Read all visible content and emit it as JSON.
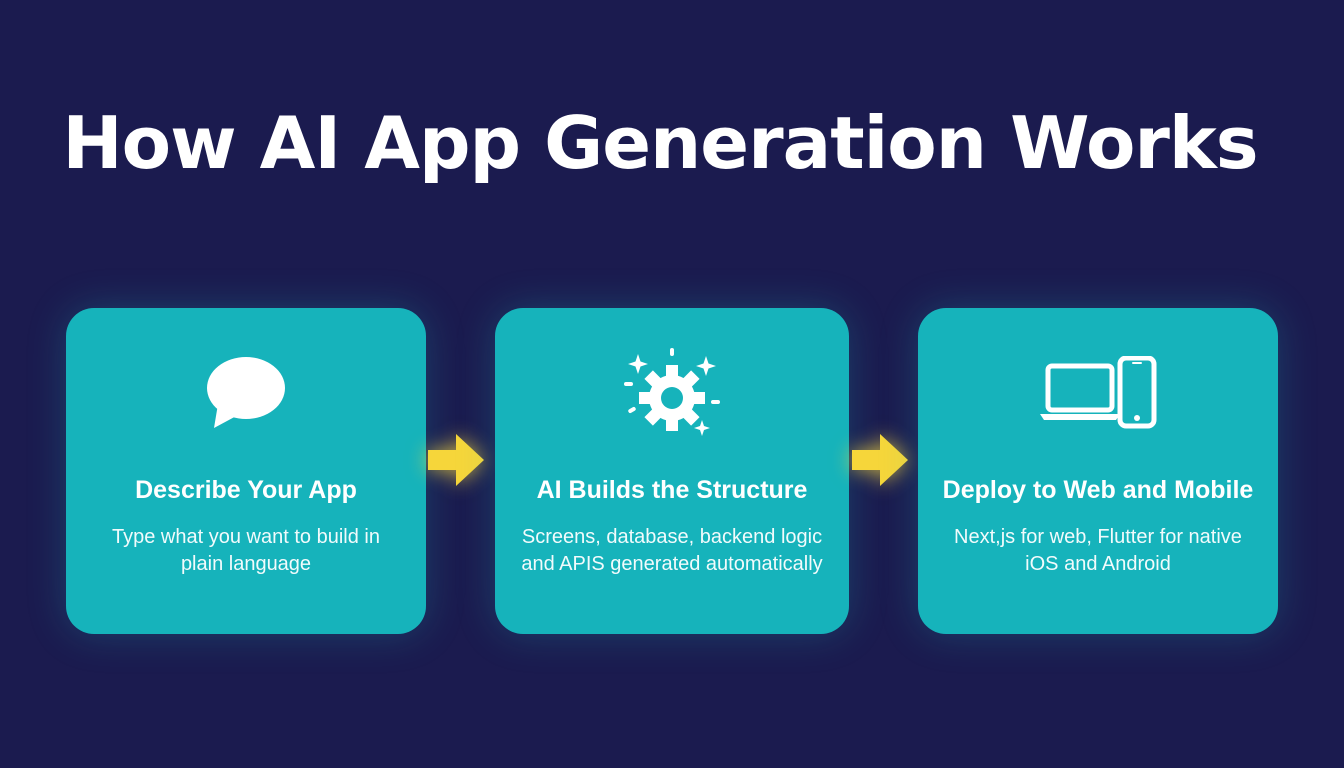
{
  "title": "How AI App Generation Works",
  "steps": [
    {
      "icon": "speech-bubble-icon",
      "title": "Describe Your App",
      "description": "Type what you want to build in plain language"
    },
    {
      "icon": "sparkle-gear-icon",
      "title": "AI Builds the Structure",
      "description": "Screens, database, backend logic and APIS generated automatically"
    },
    {
      "icon": "laptop-phone-icon",
      "title": "Deploy to Web and Mobile",
      "description": "Next,js for web, Flutter for native iOS and Android"
    }
  ],
  "colors": {
    "background": "#1b1b4f",
    "card": "#16b3bb",
    "arrow": "#f6d63a",
    "text": "#ffffff"
  }
}
